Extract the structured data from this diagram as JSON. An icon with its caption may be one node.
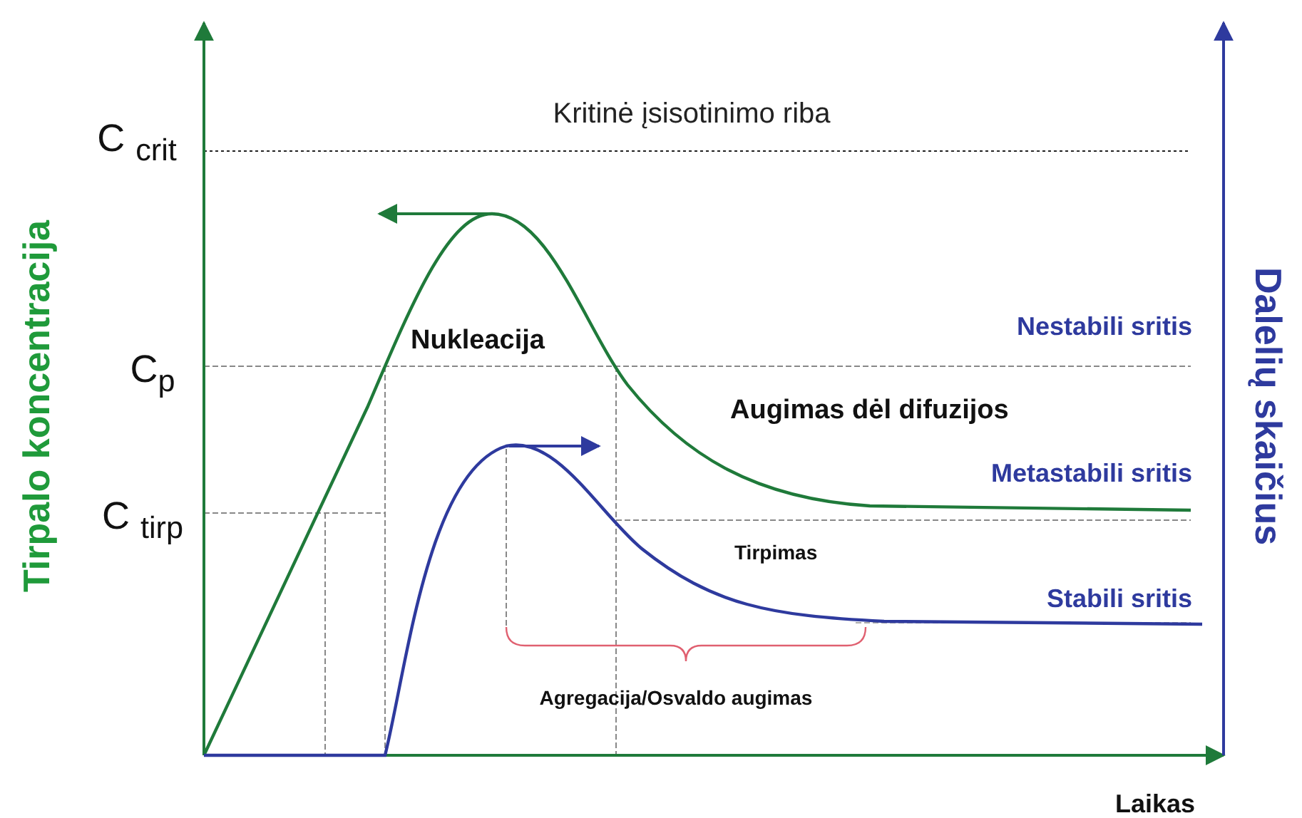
{
  "diagram": {
    "labels": [
      "Kritinė įsisotinimo riba",
      "C $_{crit}$",
      "Tirpalo koncentracija",
      "Dalelių skaičius",
      "Nukleacija",
      "Nestabili sritis",
      "C$_{p}$",
      "Augimas dėl difuzijos",
      "Metastabili sritis",
      "C $_{tirp}$",
      "Tirpimas",
      "Stabili sritis",
      "Agregacija/Osvaldo augimas",
      "Laikas"
    ]
  }
}
